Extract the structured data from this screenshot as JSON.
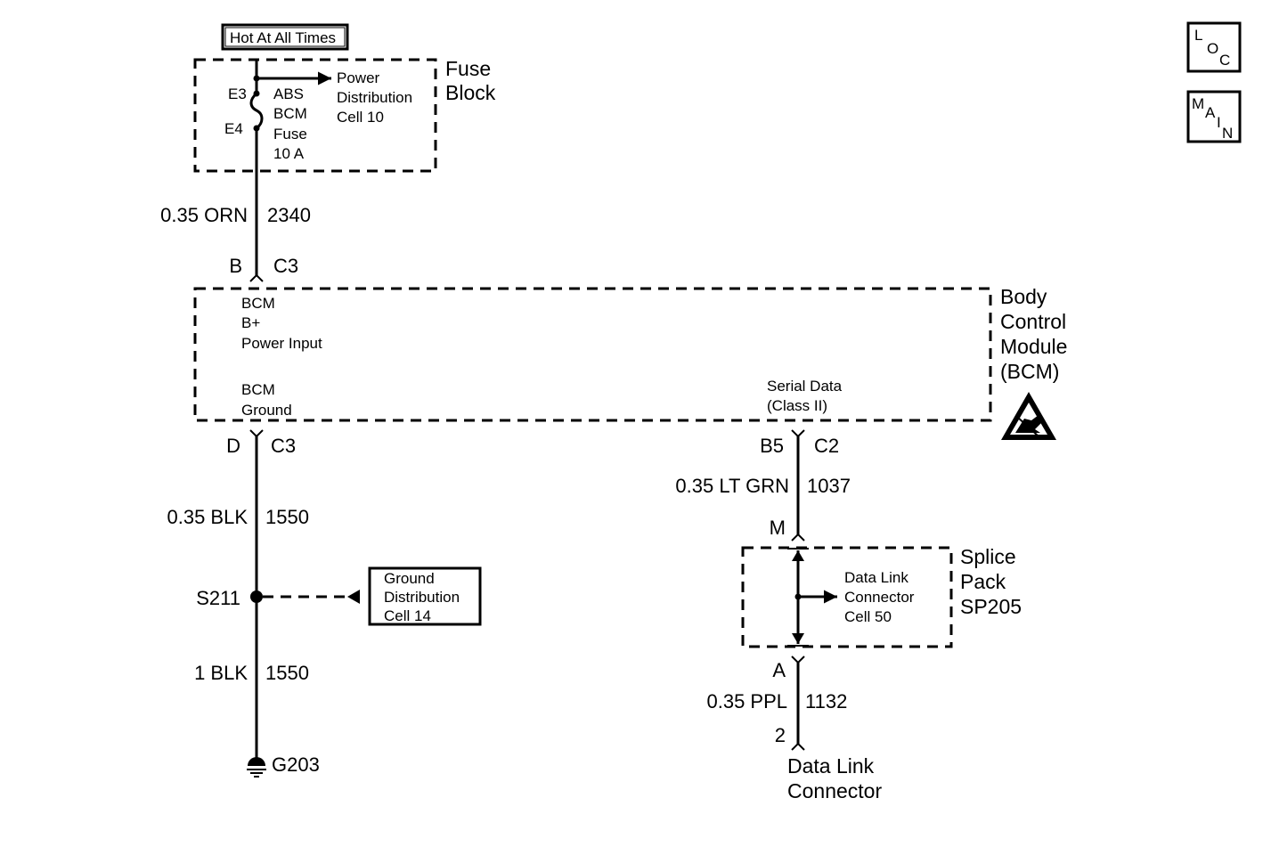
{
  "nav": {
    "loc": [
      "L",
      "O",
      "C"
    ],
    "main": [
      "M",
      "A",
      "I",
      "N"
    ]
  },
  "power": {
    "hot_label": "Hot At All Times",
    "fuse_block_title": [
      "Fuse",
      "Block"
    ],
    "fuse_terminal_top": "E3",
    "fuse_terminal_bottom": "E4",
    "fuse_text": [
      "ABS",
      "BCM",
      "Fuse",
      "10 A"
    ],
    "power_dist_text": [
      "Power",
      "Distribution",
      "Cell 10"
    ]
  },
  "wires": {
    "orn": {
      "gauge_color": "0.35 ORN",
      "circuit": "2340"
    },
    "blk1": {
      "gauge_color": "0.35 BLK",
      "circuit": "1550"
    },
    "blk2": {
      "gauge_color": "1 BLK",
      "circuit": "1550"
    },
    "ltgrn": {
      "gauge_color": "0.35 LT GRN",
      "circuit": "1037"
    },
    "ppl": {
      "gauge_color": "0.35 PPL",
      "circuit": "1132"
    }
  },
  "connectors": {
    "bcm_b_pin": "B",
    "bcm_b_conn": "C3",
    "bcm_d_pin": "D",
    "bcm_d_conn": "C3",
    "bcm_b5_pin": "B5",
    "bcm_b5_conn": "C2",
    "splice_m": "M",
    "splice_a": "A",
    "dlc_pin": "2"
  },
  "bcm": {
    "title": [
      "Body",
      "Control",
      "Module",
      "(BCM)"
    ],
    "power_input": [
      "BCM",
      "B+",
      "Power Input"
    ],
    "ground": [
      "BCM",
      "Ground"
    ],
    "serial_data": [
      "Serial Data",
      "(Class II)"
    ]
  },
  "ground": {
    "splice_label": "S211",
    "ground_label": "G203",
    "ground_dist_text": [
      "Ground",
      "Distribution",
      "Cell 14"
    ]
  },
  "splice_pack": {
    "title": [
      "Splice",
      "Pack",
      "SP205"
    ],
    "dlc_ref_text": [
      "Data Link",
      "Connector",
      "Cell 50"
    ]
  },
  "dlc": {
    "title": [
      "Data Link",
      "Connector"
    ]
  }
}
